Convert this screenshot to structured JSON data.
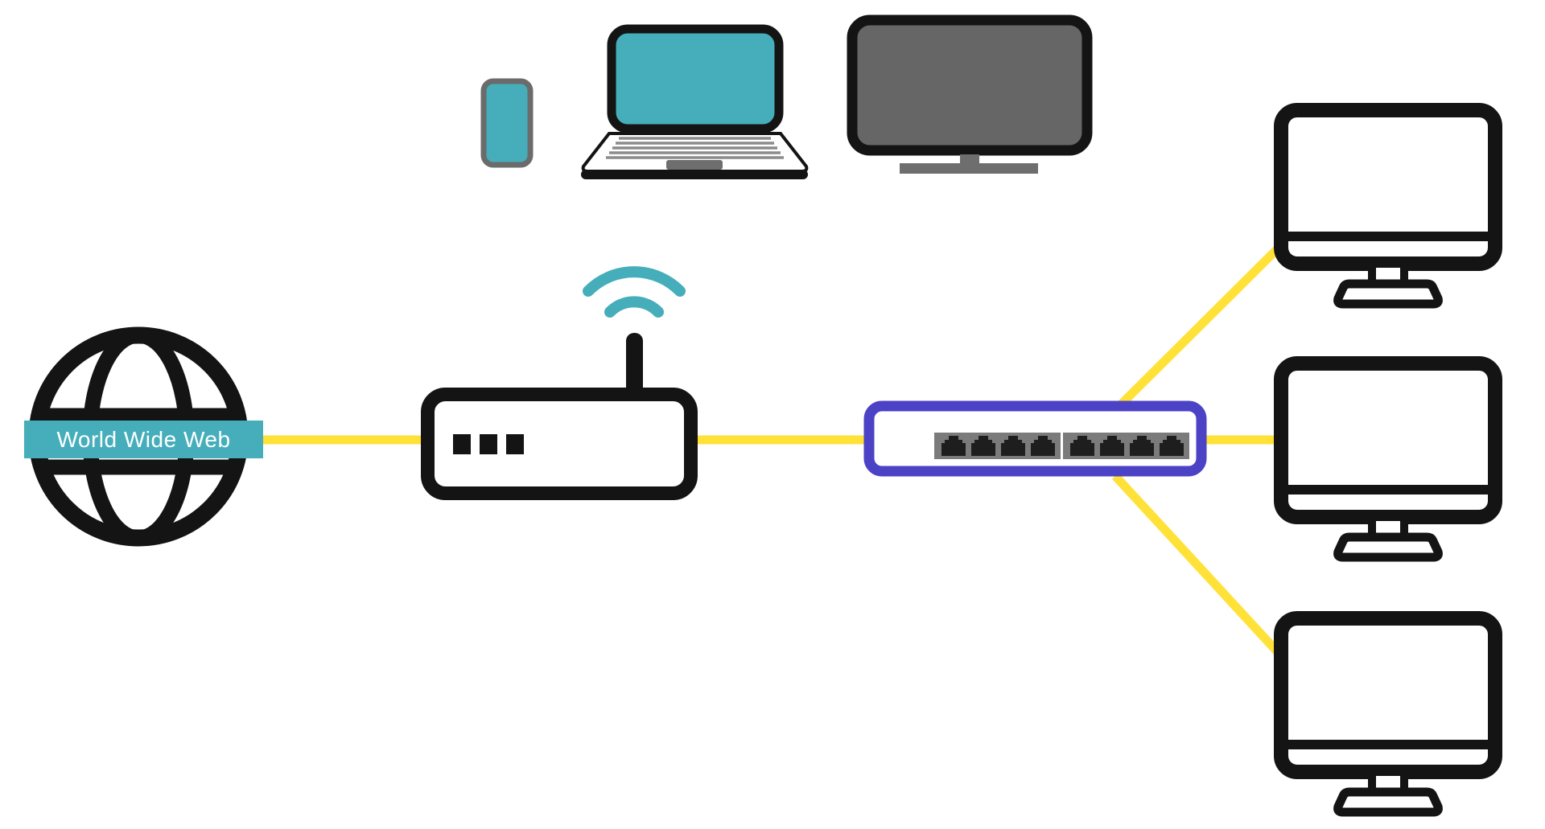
{
  "palette": {
    "teal": "#45AEBA",
    "yellow": "#FFE138",
    "indigo": "#4C42C6",
    "ink": "#141414",
    "screen_gray": "#666666",
    "stand_gray": "#6E6E6E",
    "port_gray": "#7B7B7B",
    "port_dark": "#1E1E1E",
    "phone_gray": "#6B6B6B",
    "keyboard_gray": "#8B8B8B",
    "white": "#FFFFFF"
  },
  "nodes": {
    "www": {
      "label": "World Wide Web",
      "icon": "globe-icon"
    },
    "router": {
      "icon": "wireless-router-icon",
      "indicator_count": 3,
      "wifi_icon": "wifi-signal-icon"
    },
    "switch": {
      "icon": "network-switch-icon",
      "port_groups": 2,
      "ports_per_group": 4
    },
    "wireless_devices": [
      {
        "icon": "smartphone-icon",
        "screen_color": "#45AEBA"
      },
      {
        "icon": "laptop-icon",
        "screen_color": "#45AEBA"
      },
      {
        "icon": "tv-icon",
        "screen_color": "#666666"
      }
    ],
    "desktops": [
      {
        "icon": "desktop-computer-icon"
      },
      {
        "icon": "desktop-computer-icon"
      },
      {
        "icon": "desktop-computer-icon"
      }
    ]
  },
  "connections": [
    {
      "from": "www",
      "to": "router",
      "style": "yellow-line"
    },
    {
      "from": "router",
      "to": "switch",
      "style": "yellow-line"
    },
    {
      "from": "switch",
      "to": "desktop-1",
      "style": "yellow-line"
    },
    {
      "from": "switch",
      "to": "desktop-2",
      "style": "yellow-line"
    },
    {
      "from": "switch",
      "to": "desktop-3",
      "style": "yellow-line"
    },
    {
      "from": "router",
      "to": "wireless-devices",
      "style": "wifi-signal"
    }
  ]
}
